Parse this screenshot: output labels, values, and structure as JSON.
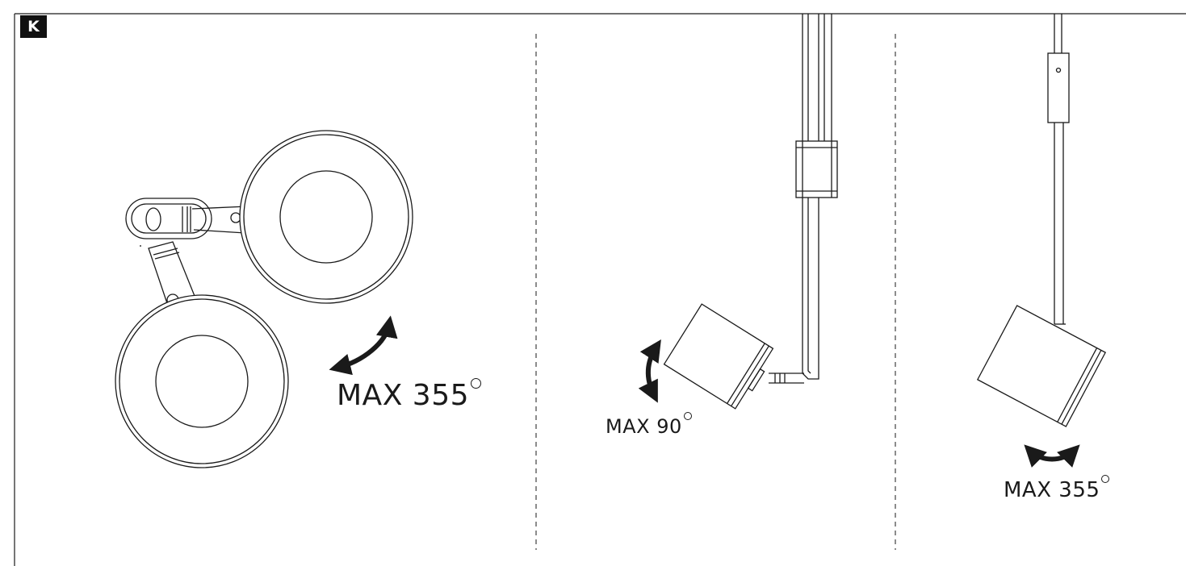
{
  "panel": {
    "badge": "K"
  },
  "views": [
    {
      "id": "top-view",
      "rotation_label": "MAX 355"
    },
    {
      "id": "side-view",
      "tilt_label": "MAX 90"
    },
    {
      "id": "front-view",
      "rotation_label": "MAX 355"
    }
  ],
  "degree_symbol_shape": "small-circle",
  "colors": {
    "line": "#1a1a1a",
    "badge_bg": "#111111",
    "badge_text": "#ffffff",
    "background": "#ffffff"
  }
}
